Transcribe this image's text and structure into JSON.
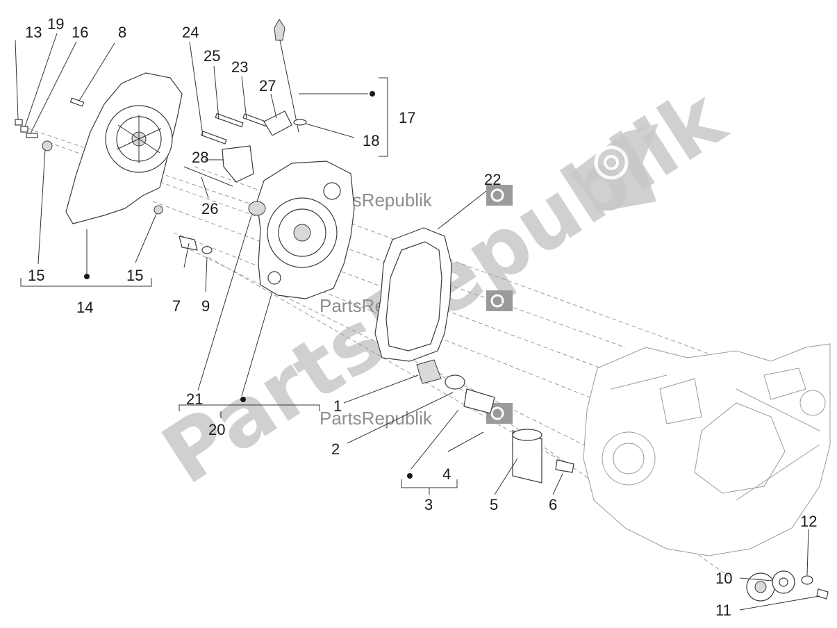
{
  "watermark": {
    "big_text": "PartsRepublik",
    "small_text": "PartsRepublik",
    "color": "#c8c8c8"
  },
  "callouts": [
    "1",
    "2",
    "3",
    "4",
    "5",
    "6",
    "7",
    "8",
    "9",
    "10",
    "11",
    "12",
    "13",
    "14",
    "15",
    "15",
    "16",
    "17",
    "18",
    "19",
    "20",
    "21",
    "22",
    "23",
    "24",
    "25",
    "26",
    "27",
    "28"
  ],
  "labels": {
    "n1": "1",
    "n2": "2",
    "n3": "3",
    "n4": "4",
    "n5": "5",
    "n6": "6",
    "n7": "7",
    "n8": "8",
    "n9": "9",
    "n10": "10",
    "n11": "11",
    "n12": "12",
    "n13": "13",
    "n14": "14",
    "n15a": "15",
    "n15b": "15",
    "n16": "16",
    "n17": "17",
    "n18": "18",
    "n19": "19",
    "n20": "20",
    "n21": "21",
    "n22": "22",
    "n23": "23",
    "n24": "24",
    "n25": "25",
    "n26": "26",
    "n27": "27",
    "n28": "28"
  }
}
